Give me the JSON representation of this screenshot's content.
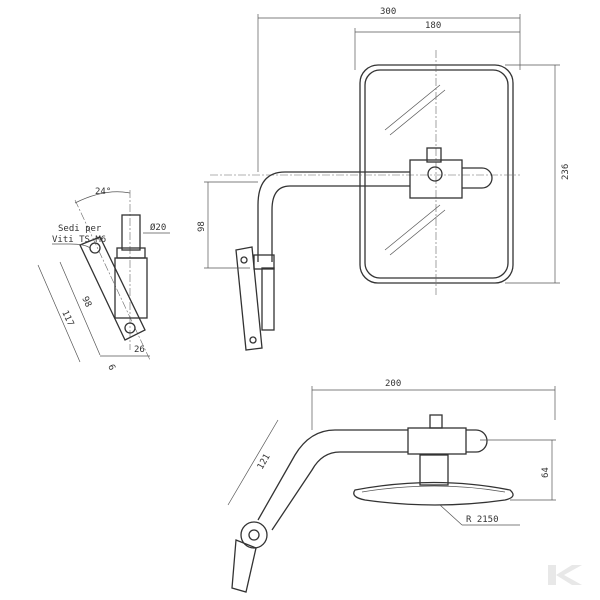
{
  "drawing": {
    "front_view": {
      "dim_total_width": "300",
      "dim_mirror_width": "180",
      "dim_mirror_height": "236",
      "dim_arm_height": "98"
    },
    "top_view": {
      "dim_arm_length": "200",
      "dim_arm_upper": "121",
      "dim_depth": "64",
      "dim_radius": "R 2150"
    },
    "bracket_detail": {
      "note_line1": "Sedi per",
      "note_line2": "Viti TS M6",
      "dim_angle": "24°",
      "dim_diameter": "Ø20",
      "dim_hole_spacing": "98",
      "dim_length": "117",
      "dim_width": "26",
      "dim_offset": "6"
    },
    "watermark": {
      "logo": "K",
      "color": "#e8e8e8"
    }
  }
}
